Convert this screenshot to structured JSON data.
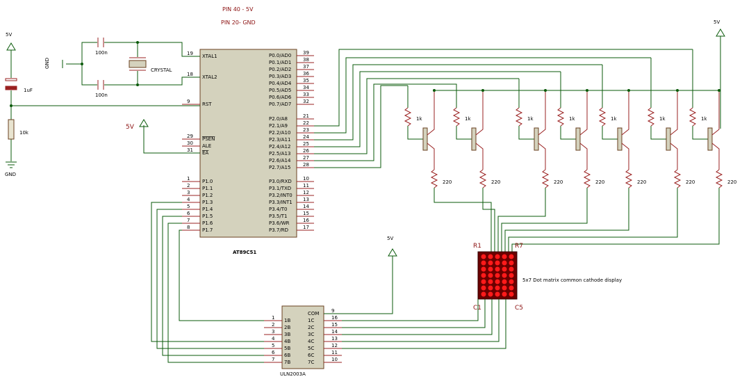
{
  "notes": {
    "pin40": "PIN 40 - 5V",
    "pin20": "PIN 20- GND"
  },
  "mcu": {
    "name": "AT89C51",
    "left_pins": [
      {
        "num": "19",
        "label": "XTAL1"
      },
      {
        "num": "18",
        "label": "XTAL2"
      },
      {
        "num": "9",
        "label": "RST"
      },
      {
        "num": "29",
        "label": "PSEN"
      },
      {
        "num": "30",
        "label": "ALE"
      },
      {
        "num": "31",
        "label": "EA"
      },
      {
        "num": "1",
        "label": "P1.0"
      },
      {
        "num": "2",
        "label": "P1.1"
      },
      {
        "num": "3",
        "label": "P1.2"
      },
      {
        "num": "4",
        "label": "P1.3"
      },
      {
        "num": "5",
        "label": "P1.4"
      },
      {
        "num": "6",
        "label": "P1.5"
      },
      {
        "num": "7",
        "label": "P1.6"
      },
      {
        "num": "8",
        "label": "P1.7"
      }
    ],
    "right_pins": [
      {
        "num": "39",
        "label": "P0.0/AD0"
      },
      {
        "num": "38",
        "label": "P0.1/AD1"
      },
      {
        "num": "37",
        "label": "P0.2/AD2"
      },
      {
        "num": "36",
        "label": "P0.3/AD3"
      },
      {
        "num": "35",
        "label": "P0.4/AD4"
      },
      {
        "num": "34",
        "label": "P0.5/AD5"
      },
      {
        "num": "33",
        "label": "P0.6/AD6"
      },
      {
        "num": "32",
        "label": "P0.7/AD7"
      },
      {
        "num": "21",
        "label": "P2.0/A8"
      },
      {
        "num": "22",
        "label": "P2.1/A9"
      },
      {
        "num": "23",
        "label": "P2.2/A10"
      },
      {
        "num": "24",
        "label": "P2.3/A11"
      },
      {
        "num": "25",
        "label": "P2.4/A12"
      },
      {
        "num": "26",
        "label": "P2.5/A13"
      },
      {
        "num": "27",
        "label": "P2.6/A14"
      },
      {
        "num": "28",
        "label": "P2.7/A15"
      },
      {
        "num": "10",
        "label": "P3.0/RXD"
      },
      {
        "num": "11",
        "label": "P3.1/TXD"
      },
      {
        "num": "12",
        "label": "P3.2/INT0"
      },
      {
        "num": "13",
        "label": "P3.3/INT1"
      },
      {
        "num": "14",
        "label": "P3.4/T0"
      },
      {
        "num": "15",
        "label": "P3.5/T1"
      },
      {
        "num": "16",
        "label": "P3.6/WR"
      },
      {
        "num": "17",
        "label": "P3.7/RD"
      }
    ]
  },
  "uln": {
    "name": "ULN2003A",
    "left_pins": [
      {
        "num": "1",
        "label": "1B"
      },
      {
        "num": "2",
        "label": "2B"
      },
      {
        "num": "3",
        "label": "3B"
      },
      {
        "num": "4",
        "label": "4B"
      },
      {
        "num": "5",
        "label": "5B"
      },
      {
        "num": "6",
        "label": "6B"
      },
      {
        "num": "7",
        "label": "7B"
      }
    ],
    "right_pins": [
      {
        "num": "9",
        "label": "COM"
      },
      {
        "num": "16",
        "label": "1C"
      },
      {
        "num": "15",
        "label": "2C"
      },
      {
        "num": "14",
        "label": "3C"
      },
      {
        "num": "13",
        "label": "4C"
      },
      {
        "num": "12",
        "label": "5C"
      },
      {
        "num": "11",
        "label": "6C"
      },
      {
        "num": "10",
        "label": "7C"
      }
    ]
  },
  "labels": {
    "vcc": "5V",
    "gnd": "GND",
    "cap": "100n",
    "crystal": "CRYSTAL",
    "cap_rst": "1uF",
    "res_rst": "10k",
    "res_base": "1k",
    "res_row": "220",
    "r1": "R1",
    "r7": "R7",
    "c1": "C1",
    "c5": "C5",
    "display": "5x7 Dot matrix common cathode display"
  }
}
